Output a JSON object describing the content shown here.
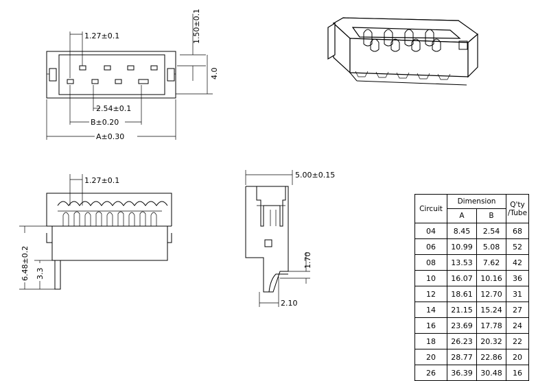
{
  "dims": {
    "top_pitch": "1.27±0.1",
    "top_height": "1.50±0.1",
    "top_width": "4.0",
    "top_row_pitch": "2.54±0.1",
    "top_b": "B±0.20",
    "top_a": "A±0.30",
    "front_pitch": "1.27±0.1",
    "front_height": "6.48±0.2",
    "front_leg": "3.3",
    "side_width": "5.00±0.15",
    "side_height": "1.70",
    "side_bottom": "2.10"
  },
  "table": {
    "col_circuit": "Circuit",
    "col_dimension": "Dimension",
    "col_qty_line1": "Q'ty",
    "col_qty_line2": "/Tube",
    "col_a": "A",
    "col_b": "B",
    "rows": [
      {
        "circuit": "04",
        "a": "8.45",
        "b": "2.54",
        "qty": "68"
      },
      {
        "circuit": "06",
        "a": "10.99",
        "b": "5.08",
        "qty": "52"
      },
      {
        "circuit": "08",
        "a": "13.53",
        "b": "7.62",
        "qty": "42"
      },
      {
        "circuit": "10",
        "a": "16.07",
        "b": "10.16",
        "qty": "36"
      },
      {
        "circuit": "12",
        "a": "18.61",
        "b": "12.70",
        "qty": "31"
      },
      {
        "circuit": "14",
        "a": "21.15",
        "b": "15.24",
        "qty": "27"
      },
      {
        "circuit": "16",
        "a": "23.69",
        "b": "17.78",
        "qty": "24"
      },
      {
        "circuit": "18",
        "a": "26.23",
        "b": "20.32",
        "qty": "22"
      },
      {
        "circuit": "20",
        "a": "28.77",
        "b": "22.86",
        "qty": "20"
      },
      {
        "circuit": "26",
        "a": "36.39",
        "b": "30.48",
        "qty": "16"
      }
    ]
  }
}
